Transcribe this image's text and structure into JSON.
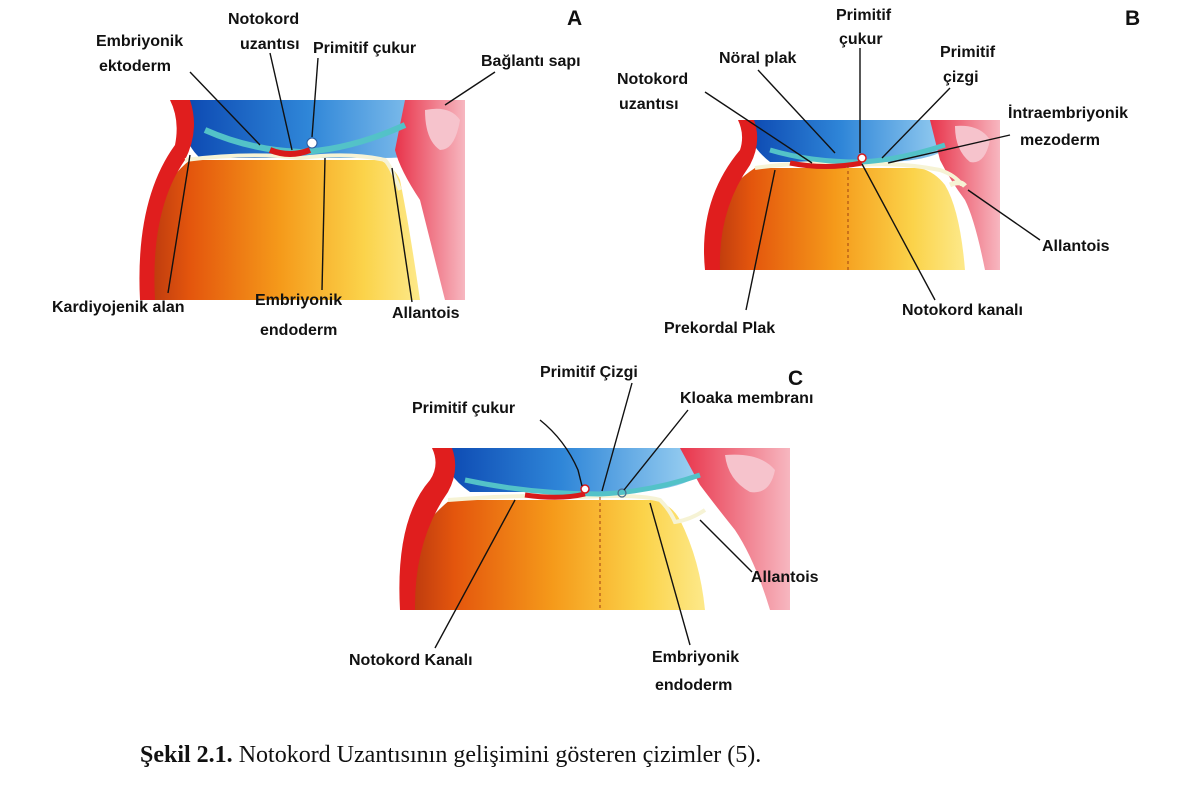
{
  "panels": {
    "a": {
      "letter": "A",
      "labels": {
        "notochord_top": "Notokord",
        "notochord_bottom": "uzantısı",
        "ectoderm_top": "Embriyonik",
        "ectoderm_bottom": "ektoderm",
        "primitive_pit": "Primitif çukur",
        "connecting_stalk": "Bağlantı sapı",
        "cardiogenic": "Kardiyojenik alan",
        "endoderm_top": "Embriyonik",
        "endoderm_bottom": "endoderm",
        "allantois": "Allantois"
      }
    },
    "b": {
      "letter": "B",
      "labels": {
        "primitive_pit_top": "Primitif",
        "primitive_pit_bottom": "çukur",
        "neural_plate": "Nöral plak",
        "notochord_top": "Notokord",
        "notochord_bottom": "uzantısı",
        "streak_top": "Primitif",
        "streak_bottom": "çizgi",
        "mesoderm_top": "İntraembriyonik",
        "mesoderm_bottom": "mezoderm",
        "allantois": "Allantois",
        "prechordal": "Prekordal Plak",
        "canal": "Notokord kanalı"
      }
    },
    "c": {
      "letter": "C",
      "labels": {
        "streak": "Primitif Çizgi",
        "pit": "Primitif çukur",
        "cloacal": "Kloaka membranı",
        "allantois": "Allantois",
        "canal": "Notokord Kanalı",
        "endoderm_top": "Embriyonik",
        "endoderm_bottom": "endoderm"
      }
    }
  },
  "caption": {
    "bold": "Şekil 2.1.",
    "text": "Notokord Uzantısının gelişimini gösteren çizimler (5)."
  }
}
